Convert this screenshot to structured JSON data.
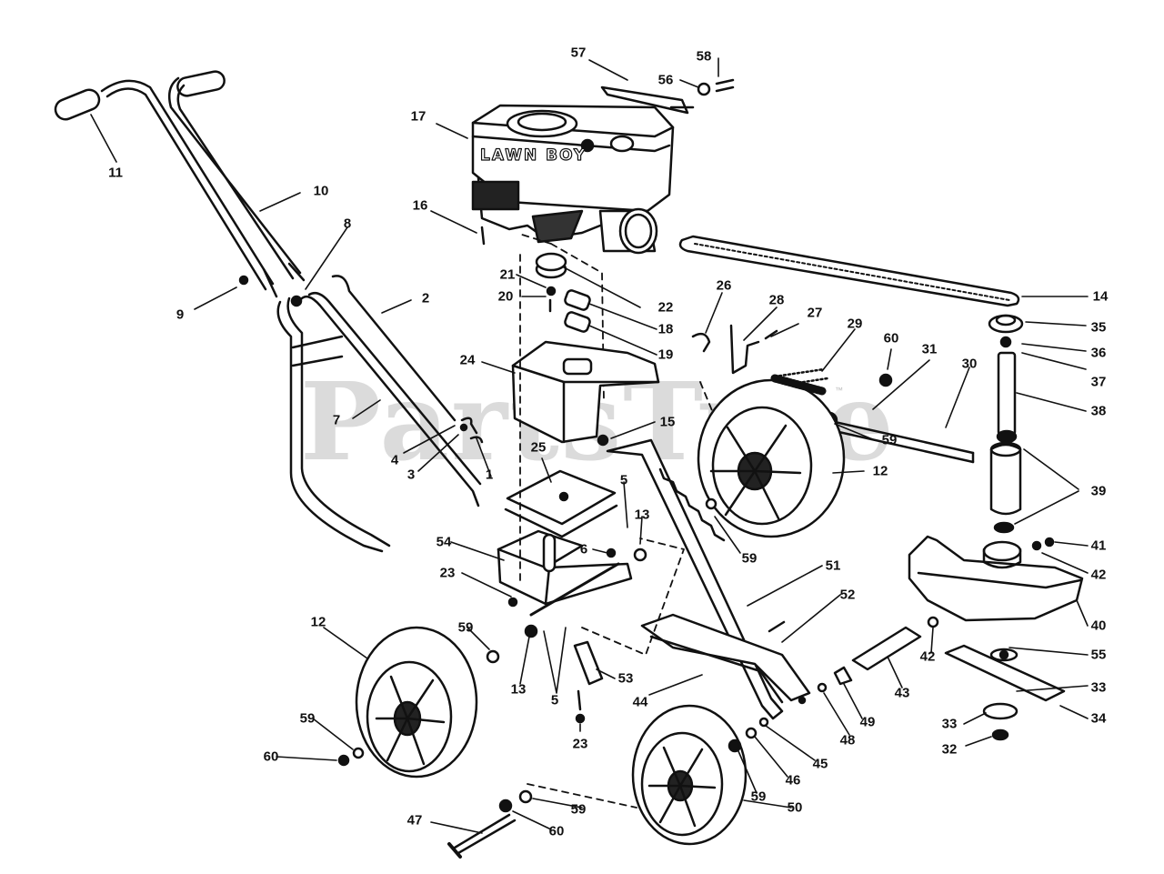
{
  "watermark": {
    "text": "PartsTree",
    "mark": "™"
  },
  "engine": {
    "brand_text": "LAWN BOY"
  },
  "callouts": [
    {
      "id": "11",
      "label": "11"
    },
    {
      "id": "10",
      "label": "10"
    },
    {
      "id": "8",
      "label": "8"
    },
    {
      "id": "9",
      "label": "9"
    },
    {
      "id": "2",
      "label": "2"
    },
    {
      "id": "7",
      "label": "7"
    },
    {
      "id": "4",
      "label": "4"
    },
    {
      "id": "3",
      "label": "3"
    },
    {
      "id": "1",
      "label": "1"
    },
    {
      "id": "57",
      "label": "57"
    },
    {
      "id": "58",
      "label": "58"
    },
    {
      "id": "56",
      "label": "56"
    },
    {
      "id": "17",
      "label": "17"
    },
    {
      "id": "16",
      "label": "16"
    },
    {
      "id": "21",
      "label": "21"
    },
    {
      "id": "20",
      "label": "20"
    },
    {
      "id": "22",
      "label": "22"
    },
    {
      "id": "18",
      "label": "18"
    },
    {
      "id": "19",
      "label": "19"
    },
    {
      "id": "24",
      "label": "24"
    },
    {
      "id": "15",
      "label": "15"
    },
    {
      "id": "25",
      "label": "25"
    },
    {
      "id": "26",
      "label": "26"
    },
    {
      "id": "28",
      "label": "28"
    },
    {
      "id": "27",
      "label": "27"
    },
    {
      "id": "29",
      "label": "29"
    },
    {
      "id": "60a",
      "label": "60"
    },
    {
      "id": "31",
      "label": "31"
    },
    {
      "id": "30",
      "label": "30"
    },
    {
      "id": "14",
      "label": "14"
    },
    {
      "id": "35",
      "label": "35"
    },
    {
      "id": "36",
      "label": "36"
    },
    {
      "id": "37",
      "label": "37"
    },
    {
      "id": "38",
      "label": "38"
    },
    {
      "id": "59a",
      "label": "59"
    },
    {
      "id": "12a",
      "label": "12"
    },
    {
      "id": "39",
      "label": "39"
    },
    {
      "id": "41",
      "label": "41"
    },
    {
      "id": "42a",
      "label": "42"
    },
    {
      "id": "40",
      "label": "40"
    },
    {
      "id": "5a",
      "label": "5"
    },
    {
      "id": "13a",
      "label": "13"
    },
    {
      "id": "6",
      "label": "6"
    },
    {
      "id": "54",
      "label": "54"
    },
    {
      "id": "23a",
      "label": "23"
    },
    {
      "id": "59b",
      "label": "59"
    },
    {
      "id": "51",
      "label": "51"
    },
    {
      "id": "52",
      "label": "52"
    },
    {
      "id": "12b",
      "label": "12"
    },
    {
      "id": "59c",
      "label": "59"
    },
    {
      "id": "13b",
      "label": "13"
    },
    {
      "id": "5b",
      "label": "5"
    },
    {
      "id": "53",
      "label": "53"
    },
    {
      "id": "23b",
      "label": "23"
    },
    {
      "id": "44",
      "label": "44"
    },
    {
      "id": "42b",
      "label": "42"
    },
    {
      "id": "55",
      "label": "55"
    },
    {
      "id": "43",
      "label": "43"
    },
    {
      "id": "49",
      "label": "49"
    },
    {
      "id": "48",
      "label": "48"
    },
    {
      "id": "33a",
      "label": "33"
    },
    {
      "id": "34",
      "label": "34"
    },
    {
      "id": "33b",
      "label": "33"
    },
    {
      "id": "32",
      "label": "32"
    },
    {
      "id": "59d",
      "label": "59"
    },
    {
      "id": "60b",
      "label": "60"
    },
    {
      "id": "45",
      "label": "45"
    },
    {
      "id": "46",
      "label": "46"
    },
    {
      "id": "59e",
      "label": "59"
    },
    {
      "id": "50",
      "label": "50"
    },
    {
      "id": "59f",
      "label": "59"
    },
    {
      "id": "47",
      "label": "47"
    },
    {
      "id": "60c",
      "label": "60"
    }
  ]
}
